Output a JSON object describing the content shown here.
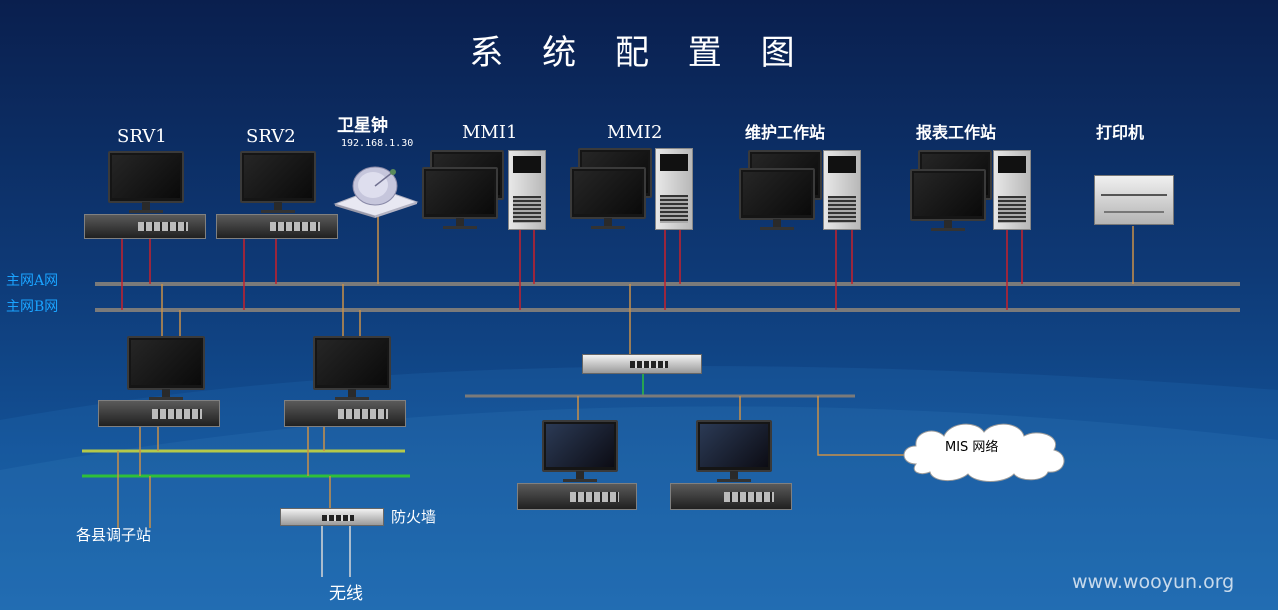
{
  "title": "系 统 配 置 图",
  "labels": {
    "srv1": "SRV1",
    "srv2": "SRV2",
    "clock": "卫星钟",
    "clock_ip": "192.168.1.30",
    "mmi1": "MMI1",
    "mmi2": "MMI2",
    "maint": "维护工作站",
    "report": "报表工作站",
    "printer": "打印机",
    "net_a": "主网A网",
    "net_b": "主网B网",
    "county": "各县调子站",
    "firewall": "防火墙",
    "wireless": "无线",
    "mis": "MIS 网络"
  },
  "watermark": "www.wooyun.org",
  "colors": {
    "link_red": "#c8202a",
    "link_orange": "#c99048",
    "bus_gray": "#7a7a7a",
    "line_yellowgreen": "#b5c94a",
    "line_green": "#2fbf3a",
    "net_label_blue": "#1aa3ff"
  },
  "icons": [
    "monitor-icon",
    "rack-server-icon",
    "tower-pc-icon",
    "satellite-dish-icon",
    "printer-icon",
    "network-switch-icon",
    "firewall-icon",
    "cloud-icon"
  ]
}
